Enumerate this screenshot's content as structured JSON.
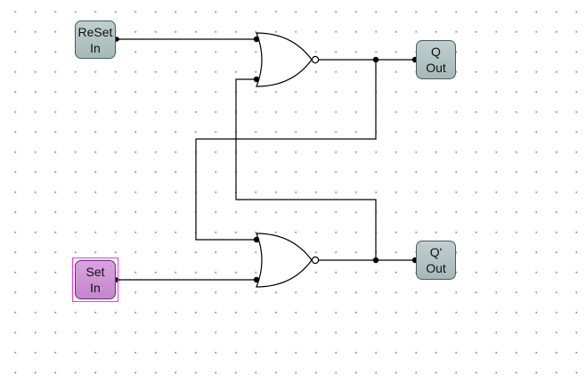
{
  "circuit": {
    "inputs": [
      {
        "id": "reset",
        "line1": "ReSet",
        "line2": "In",
        "selected": false
      },
      {
        "id": "set",
        "line1": "Set",
        "line2": "In",
        "selected": true
      }
    ],
    "outputs": [
      {
        "id": "q",
        "line1": "Q",
        "line2": "Out"
      },
      {
        "id": "qbar",
        "line1": "Q'",
        "line2": "Out"
      }
    ],
    "gates": [
      {
        "id": "nor-top",
        "type": "NOR"
      },
      {
        "id": "nor-bottom",
        "type": "NOR"
      }
    ],
    "colors": {
      "wire": "#000000",
      "io_fill": "#b3c4c4",
      "selected_fill": "#cc8fd4",
      "selection_border": "#e83ae8",
      "grid_dot": "#9a9a9a"
    }
  }
}
